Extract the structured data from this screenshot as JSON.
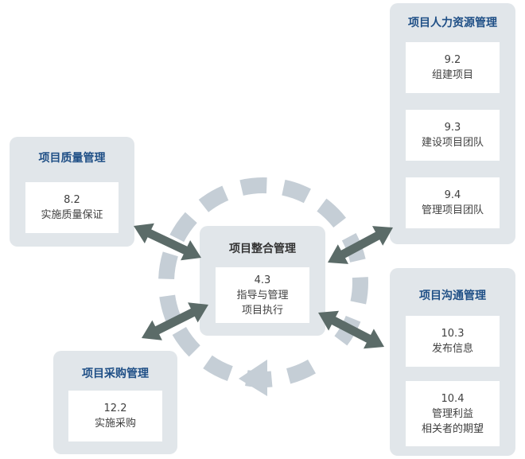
{
  "center": {
    "title": "项目整合管理",
    "code": "4.3",
    "lines": [
      "指导与管理",
      "项目执行"
    ]
  },
  "quality": {
    "title": "项目质量管理",
    "code": "8.2",
    "label": "实施质量保证"
  },
  "procurement": {
    "title": "项目采购管理",
    "code": "12.2",
    "label": "实施采购"
  },
  "hr": {
    "title": "项目人力资源管理",
    "items": [
      {
        "code": "9.2",
        "label": "组建项目"
      },
      {
        "code": "9.3",
        "label": "建设项目团队"
      },
      {
        "code": "9.4",
        "label": "管理项目团队"
      }
    ]
  },
  "comm": {
    "title": "项目沟通管理",
    "items": [
      {
        "code": "10.3",
        "lines": [
          "发布信息"
        ]
      },
      {
        "code": "10.4",
        "lines": [
          "管理利益",
          "相关者的期望"
        ]
      }
    ]
  },
  "colors": {
    "panel": "#e1e6ea",
    "title": "#1f4f86",
    "cycle": "#c5ced6",
    "arrow": "#5b6b68"
  }
}
